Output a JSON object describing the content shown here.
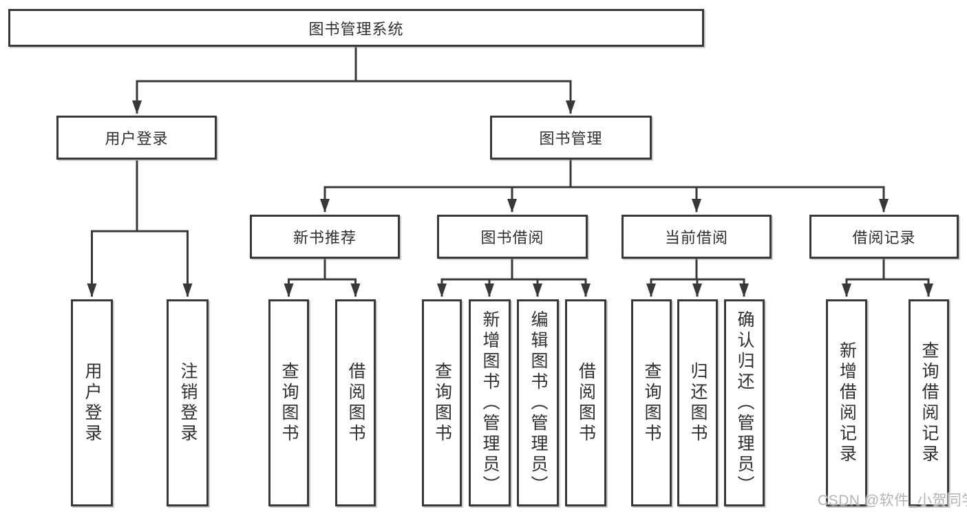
{
  "diagram": {
    "root": "图书管理系统",
    "user_branch": {
      "label": "用户登录",
      "leaves": [
        "用户登录",
        "注销登录"
      ]
    },
    "book_branch": {
      "label": "图书管理",
      "sections": [
        {
          "label": "新书推荐",
          "leaves": [
            "查询图书",
            "借阅图书"
          ]
        },
        {
          "label": "图书借阅",
          "leaves": [
            "查询图书",
            "新增图书（管理员）",
            "编辑图书（管理员）",
            "借阅图书"
          ]
        },
        {
          "label": "当前借阅",
          "leaves": [
            "查询图书",
            "归还图书",
            "确认归还（管理员）"
          ]
        },
        {
          "label": "借阅记录",
          "leaves": [
            "新增借阅记录",
            "查询借阅记录"
          ]
        }
      ]
    }
  },
  "watermark": "CSDN @软件_小贺同学",
  "colors": {
    "line": "#383838",
    "text": "#2f2f2f",
    "watermark": "#b3b3b3",
    "background": "#ffffff"
  }
}
